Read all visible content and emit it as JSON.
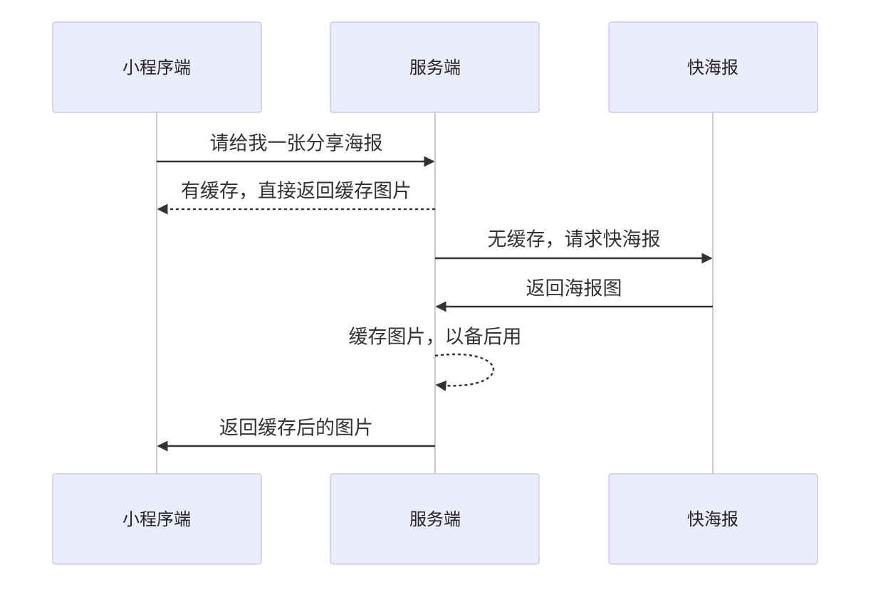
{
  "participants": [
    {
      "id": "client",
      "label": "小程序端"
    },
    {
      "id": "server",
      "label": "服务端"
    },
    {
      "id": "poster",
      "label": "快海报"
    }
  ],
  "messages": [
    {
      "from": "client",
      "to": "server",
      "label": "请给我一张分享海报",
      "style": "solid"
    },
    {
      "from": "server",
      "to": "client",
      "label": "有缓存，直接返回缓存图片",
      "style": "dotted"
    },
    {
      "from": "server",
      "to": "poster",
      "label": "无缓存，请求快海报",
      "style": "solid"
    },
    {
      "from": "poster",
      "to": "server",
      "label": "返回海报图",
      "style": "solid"
    },
    {
      "from": "server",
      "to": "server",
      "label": "缓存图片，以备后用",
      "style": "dotted"
    },
    {
      "from": "server",
      "to": "client",
      "label": "返回缓存后的图片",
      "style": "solid"
    }
  ],
  "colors": {
    "actor_fill": "#ececff",
    "actor_stroke": "#c8c8f0",
    "line": "#333333",
    "lifeline": "#bbbbbb"
  }
}
